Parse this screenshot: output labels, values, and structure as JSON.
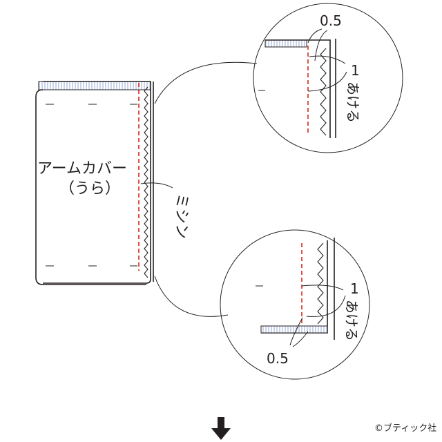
{
  "main_label": "アームカバー",
  "main_label_sub": "（うら）",
  "machine_label": "ミシン",
  "top_detail": {
    "seam_allowance": "0.5",
    "gap_number": "1",
    "gap_text": "あける"
  },
  "bottom_detail": {
    "seam_allowance": "0.5",
    "gap_number": "1",
    "gap_text": "あける"
  },
  "next_arrow_icon": "down-arrow-icon",
  "copyright": "©ブティック社",
  "colors": {
    "stitch": "#d7261e",
    "outline": "#231f20",
    "hatch_fill": "#c9d3ea"
  }
}
